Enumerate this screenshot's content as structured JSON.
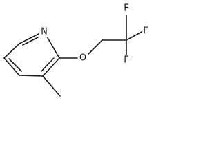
{
  "molecule": {
    "atoms": {
      "ring_nitrogen": "N",
      "ether_oxygen": "O",
      "fluorine_top_left": "F",
      "fluorine_top_right": "F",
      "fluorine_bottom": "F"
    }
  }
}
